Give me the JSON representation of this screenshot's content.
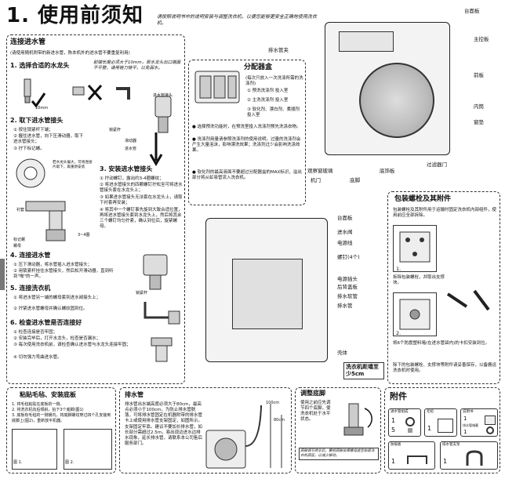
{
  "header": {
    "title": "1. 使用前须知",
    "subtitle": "请按照说明书中的说明安装与调整洗衣机，以便您能够更安全正确地使用洗衣机。"
  },
  "water_inlet": {
    "title": "连接进水管",
    "note": "(请使用随机附带的新进水管，陈本机外的进水管不要重复利用)",
    "step1_title": "1. 选择合适的水龙头",
    "step1_note": "前端长度必须大于10mm，若水龙头出口端面不平整，请用锉刀锉平，以免漏水。",
    "size_label": "10mm",
    "step1_fig_label": "进水管接头",
    "step2_title": "2. 取下进水管接头",
    "step2_items": [
      "① 按住锁紧杆下端；",
      "② 握住进水管，向下压滑动器，取下进水管接头；",
      "③ 拧下标记螺。"
    ],
    "step2_labels": [
      "锁紧杆",
      "滑动器",
      "进水管"
    ],
    "step2_side_note": "若水龙头偏大，可将连接片取下，再重新安装",
    "step3_title": "3. 安装进水管接头",
    "step3_items": [
      "① 拧动螺钉，露出约3-4圈螺纹；",
      "② 将进水管接头的四颗螺钉拧松至可将进水管接头套在水龙头上；",
      "③ 如果进水管接头无法套在水龙头上，请取下衬套再安装；",
      "④ 将其中一个螺钉事先旋到大致合适位置，再将进水管接头套到水龙头上，然后将其余三个螺钉均匀拧紧，确认到位后，旋紧螺母。"
    ],
    "step3_labels": [
      "衬套",
      "3~4圈",
      "标记螺",
      "螺母"
    ],
    "step4_title": "4. 连接进水管",
    "step4_items": [
      "① 压下滑动器，将水管插入进水管接头；",
      "② 用锁紧杆挂住水管接头，然后松开滑动器，直到听到\"啪\"的一声。"
    ],
    "step4_label": "锁紧杆",
    "step5_title": "5. 连接洗衣机",
    "step5_items": [
      "① 将进水管另一端的螺母套到进水阀接头上；",
      "② 拧紧进水管螺母并确认螺纹固到位。"
    ],
    "step6_title": "6. 检查进水管是否连接好",
    "step6_items": [
      "① 检查连接是否牢固；",
      "② 安装完毕后，打开水龙头，检查是否漏水；",
      "③ 每次使用洗衣机前，请检查确认进水管与水龙头连接牢固；",
      "④ 切勿强力弯曲进水管。"
    ]
  },
  "dispenser": {
    "title": "分配器盒",
    "intro": "(每次只放入一次洗涤所需的洗涤剂)",
    "items": [
      "① 预洗洗涤剂  投入室",
      "② 主洗洗涤剂  投入室",
      "③ 软化剂、漂白剂、柔顺剂  投入室"
    ],
    "bullets": [
      "● 选择预洗功能时，在预洗室投入洗涤剂预先洗涤衣物。",
      "● 洗涤剂用量请参照洗涤剂的使用说明，过量的洗涤剂会产生大量泡沫，影响漂洗效果；洗涤剂过少会影响洗涤效果。",
      "● 软化剂的最高液面不要超过分配器盒的MAX标识，溢出部分将从虹吸管流入洗衣机。"
    ]
  },
  "machine_front": {
    "labels": [
      "台面板",
      "主控板",
      "前板",
      "内筒",
      "窗垫",
      "排水管夹",
      "观察窗玻璃",
      "机门",
      "底脚",
      "底饰板",
      "过滤器门"
    ]
  },
  "machine_back": {
    "labels": [
      "台面板",
      "进水阀",
      "电源线",
      "螺钉(4个)",
      "电源插头",
      "后背盖板",
      "排水软管",
      "排水管",
      "壳体"
    ],
    "clearance": "洗衣机距墙至少5cm"
  },
  "transport_bolts": {
    "title": "包装螺栓及其附件",
    "text": "包装螺栓及其附件用于运输时固定洗衣机内部组件，使用前应全部拆除。",
    "step1": "1.",
    "step1_text": "拆除包装螺栓，并取出支撑块。",
    "step2": "2.",
    "step2_text": "将6个防震塑料堵(在进水管袋内)的卡扣安装到位。",
    "footer": "除下的包装螺栓、支撑块等附件请妥善保存，以备搬运洗衣机时使用。"
  },
  "anti_skid": {
    "title": "粘贴毛毡、安装底板",
    "items": [
      "1. 将毛毡粘贴在底板的一侧。",
      "2. 将洗衣机向后倾斜，抬下3个底脚(图1)",
      "3. 底板有毛毡的一侧朝内，将底脚螺纹穿过四个孔安装到底脚上(图2)，重新放平机器。"
    ],
    "fig1": "图 1.",
    "fig2": "图 2."
  },
  "drain_hose": {
    "title": "排水管",
    "text": "排水管出水端高度必须大于80cm，最高点必须小于100cm，为防止排水管脱落，可将排水管固定在机器附带的排水管卡上或使用排水管支架固定，如图所示。支架固定牢靠。建议不要加长排水管，如长部分需超过2.5m，易出现边进水边排水现象，延长排水管，请联系本公司售后服务部门。",
    "labels": [
      "100cm",
      "80cm"
    ]
  },
  "adjust_feet": {
    "title": "调整底脚",
    "text": "使用之前应先调节四个底脚，使洗衣机处于水平状态。",
    "caption": "底脚调节完毕后，要把底脚支撑螺母旋至贴紧洗衣机底座，以减少振动。"
  },
  "accessories": {
    "title": "附件",
    "items": [
      {
        "name": "进水管组成",
        "qty": "1",
        "qty2": "5"
      },
      {
        "name": "毛毡",
        "qty": "1"
      },
      {
        "name": "说明书",
        "qty": "1",
        "extra": "排水管堵塞",
        "qty2": "1"
      },
      {
        "name": "防振板",
        "qty": "1"
      },
      {
        "name": "排水管支架",
        "qty": "1"
      }
    ]
  }
}
